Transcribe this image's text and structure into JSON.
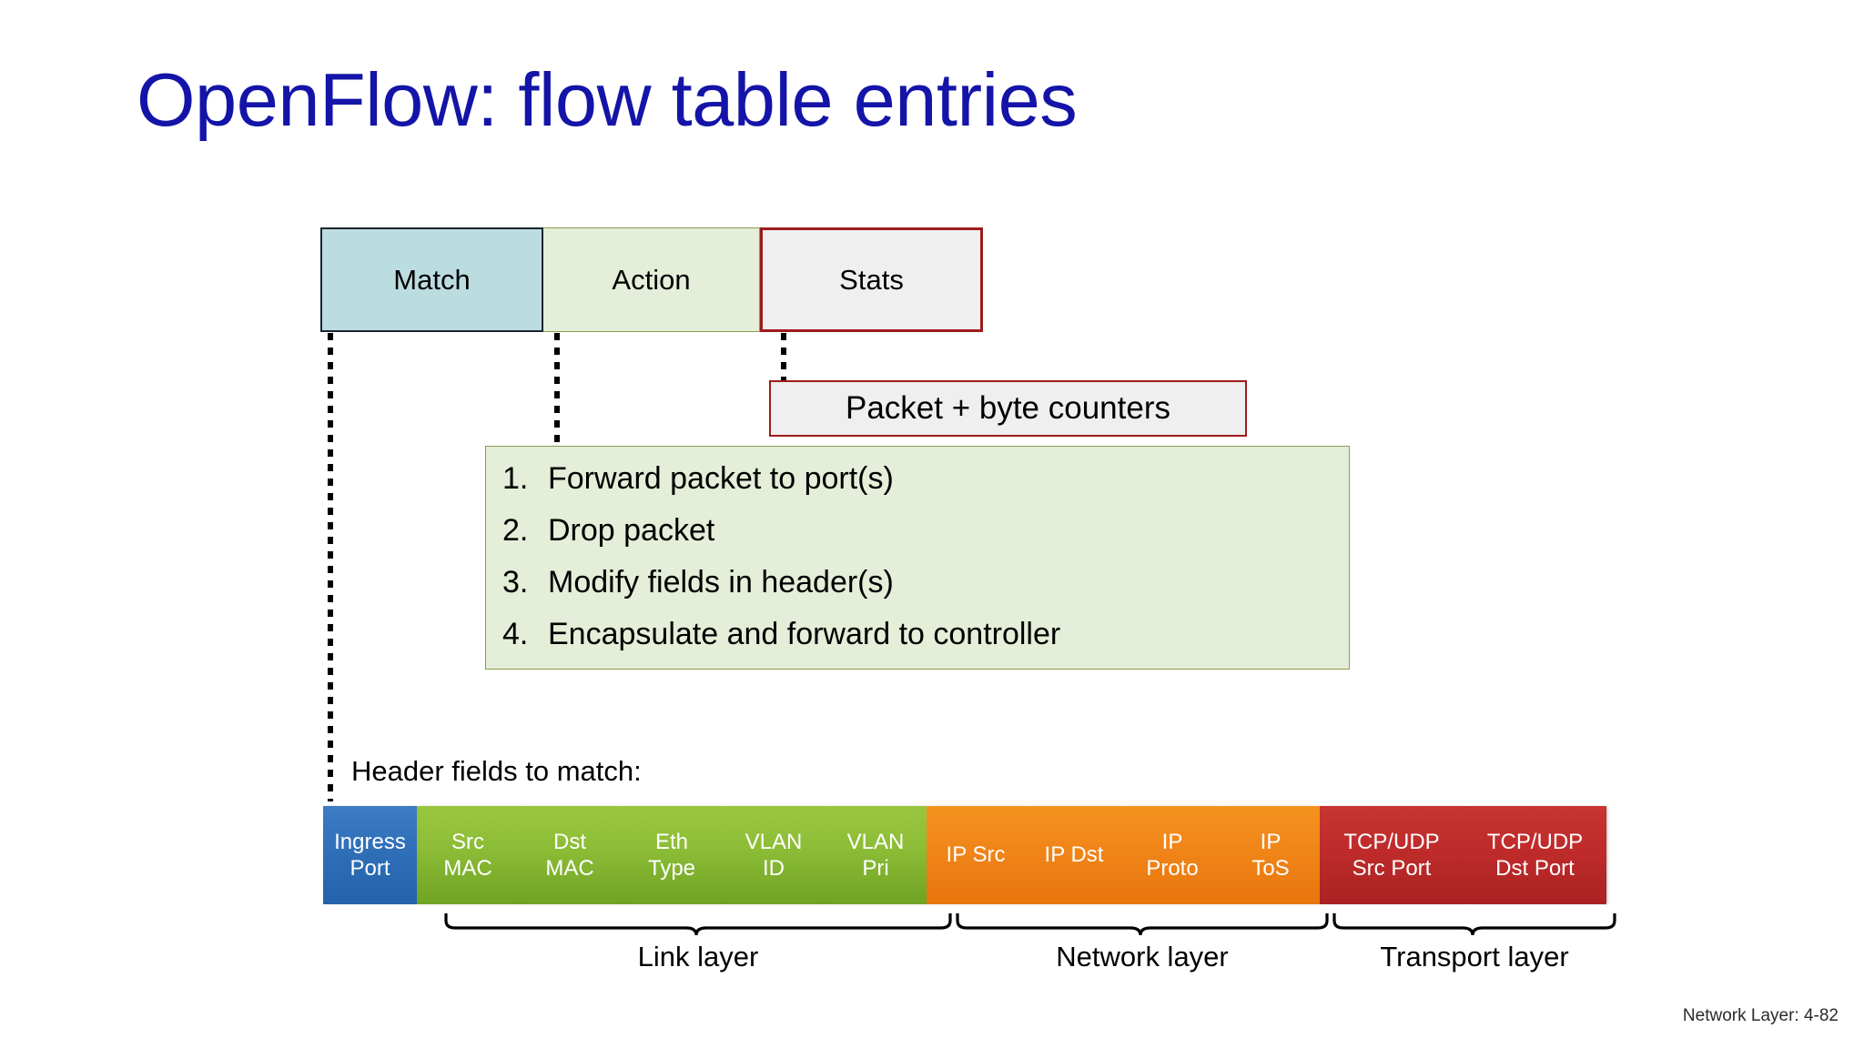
{
  "slide": {
    "title": "OpenFlow: flow table entries",
    "title_color": "#1414a8",
    "footer": "Network Layer: 4-82"
  },
  "entry_boxes": [
    {
      "label": "Match",
      "fill": "#bcdde0",
      "border": "#1a2430"
    },
    {
      "label": "Action",
      "fill": "#e4eed8",
      "border": "#8a9b50"
    },
    {
      "label": "Stats",
      "fill": "#f0eff0",
      "border": "#9e1b1b"
    }
  ],
  "stats_detail": {
    "text": "Packet + byte counters"
  },
  "action_detail": {
    "items": [
      {
        "num": "1.",
        "text": "Forward packet to port(s)"
      },
      {
        "num": "2.",
        "text": "Drop packet"
      },
      {
        "num": "3.",
        "text": "Modify fields in header(s)"
      },
      {
        "num": "4.",
        "text": "Encapsulate and forward to controller"
      }
    ]
  },
  "match_detail": {
    "caption": "Header fields to match:",
    "fields": [
      {
        "line1": "Ingress",
        "line2": "Port",
        "group": "ingress",
        "color": "#2f6fb8"
      },
      {
        "line1": "Src",
        "line2": "MAC",
        "group": "link",
        "color": "#8cbc36"
      },
      {
        "line1": "Dst",
        "line2": "MAC",
        "group": "link",
        "color": "#8cbc36"
      },
      {
        "line1": "Eth",
        "line2": "Type",
        "group": "link",
        "color": "#8cbc36"
      },
      {
        "line1": "VLAN",
        "line2": "ID",
        "group": "link",
        "color": "#8cbc36"
      },
      {
        "line1": "VLAN",
        "line2": "Pri",
        "group": "link",
        "color": "#8cbc36"
      },
      {
        "line1": "IP Src",
        "line2": "",
        "group": "network",
        "color": "#f08518"
      },
      {
        "line1": "IP Dst",
        "line2": "",
        "group": "network",
        "color": "#f08518"
      },
      {
        "line1": "IP",
        "line2": "Proto",
        "group": "network",
        "color": "#f08518"
      },
      {
        "line1": "IP",
        "line2": "ToS",
        "group": "network",
        "color": "#f08518"
      },
      {
        "line1": "TCP/UDP",
        "line2": "Src Port",
        "group": "transport",
        "color": "#bf2b2b"
      },
      {
        "line1": "TCP/UDP",
        "line2": "Dst Port",
        "group": "transport",
        "color": "#bf2b2b"
      }
    ],
    "layer_labels": [
      {
        "label": "Link layer"
      },
      {
        "label": "Network layer"
      },
      {
        "label": "Transport layer"
      }
    ]
  }
}
